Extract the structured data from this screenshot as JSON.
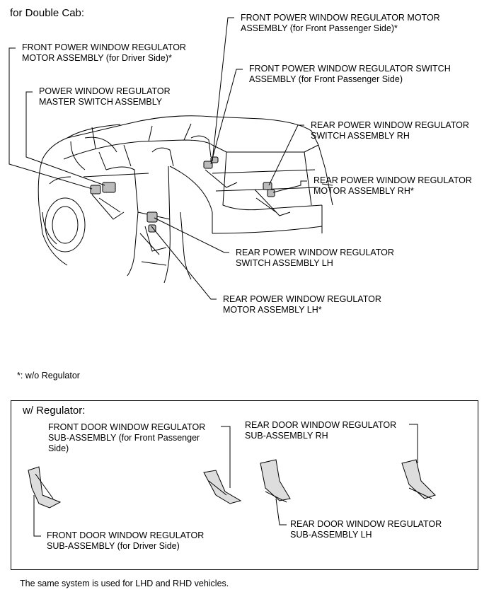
{
  "title": "for Double Cab:",
  "labels": {
    "front_motor_driver": "FRONT POWER WINDOW REGULATOR\nMOTOR ASSEMBLY (for Driver Side)*",
    "master_switch": "POWER WINDOW REGULATOR\nMASTER SWITCH ASSEMBLY",
    "front_motor_passenger": "FRONT POWER WINDOW REGULATOR MOTOR\nASSEMBLY (for Front Passenger Side)*",
    "front_switch_passenger": "FRONT POWER WINDOW REGULATOR SWITCH\nASSEMBLY (for Front Passenger Side)",
    "rear_switch_rh": "REAR POWER WINDOW REGULATOR\nSWITCH ASSEMBLY RH",
    "rear_motor_rh": "REAR POWER WINDOW REGULATOR\nMOTOR ASSEMBLY RH*",
    "rear_switch_lh": "REAR POWER WINDOW REGULATOR\nSWITCH ASSEMBLY LH",
    "rear_motor_lh": "REAR POWER WINDOW REGULATOR\nMOTOR ASSEMBLY LH*"
  },
  "footnote": "*: w/o Regulator",
  "regulator_section": {
    "title": "w/ Regulator:",
    "front_door_passenger": "FRONT DOOR WINDOW REGULATOR\nSUB-ASSEMBLY (for Front Passenger\nSide)",
    "rear_door_rh": "REAR DOOR WINDOW REGULATOR\nSUB-ASSEMBLY RH",
    "front_door_driver": "FRONT DOOR WINDOW REGULATOR\nSUB-ASSEMBLY  (for Driver Side)",
    "rear_door_lh": "REAR DOOR WINDOW REGULATOR\nSUB-ASSEMBLY LH"
  },
  "bottom_note": "The same system is used for LHD and RHD vehicles."
}
